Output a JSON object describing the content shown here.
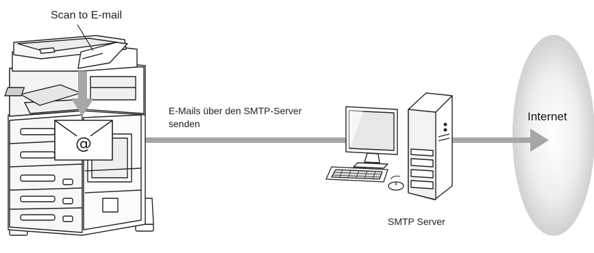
{
  "labels": {
    "scan_to_email": "Scan to E-mail",
    "email_line1": "E-Mails über den SMTP-Server",
    "email_line2": "senden",
    "smtp_server": "SMTP Server",
    "internet": "Internet",
    "email_symbol": "@"
  },
  "colors": {
    "connector": "#a7a7a7",
    "outline": "#222222",
    "cloud": "#dcdcdc"
  },
  "icons": {
    "mfp": "multifunction-printer-icon",
    "envelope": "email-envelope-icon",
    "monitor": "monitor-icon",
    "keyboard": "keyboard-icon",
    "mouse": "mouse-icon",
    "server": "server-tower-icon",
    "internet": "internet-cloud-icon"
  }
}
